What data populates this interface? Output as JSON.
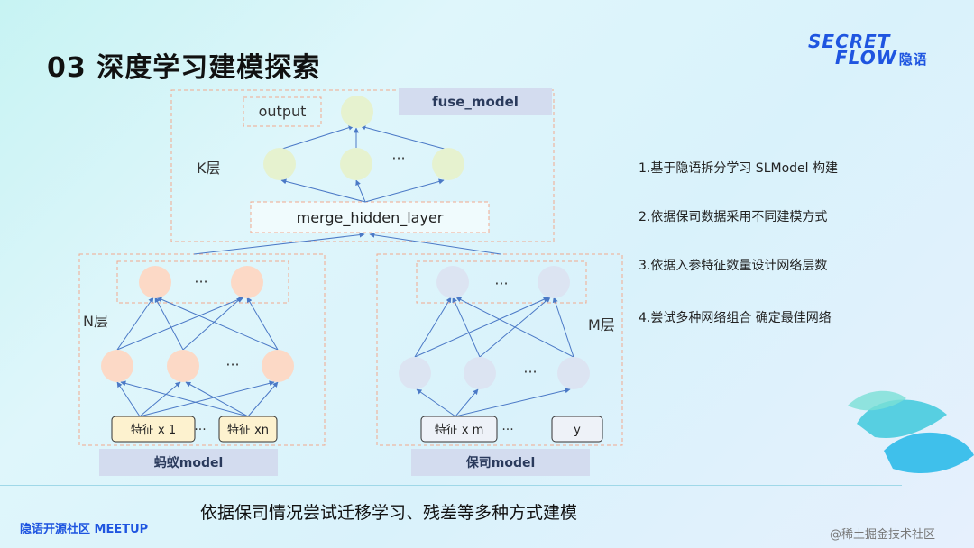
{
  "title": "03 深度学习建模探索",
  "logo": {
    "line1": "SECRET",
    "line2": "FLOW",
    "line2_cn": "隐语"
  },
  "diagram": {
    "fuse_label": "fuse_model",
    "output_label": "output",
    "k_layer": "K层",
    "merge_label": "merge_hidden_layer",
    "n_layer": "N层",
    "m_layer": "M层",
    "ellipsis": "···",
    "feat_x1": "特征 x 1",
    "feat_xn": "特征 xn",
    "feat_xm": "特征 x m",
    "y_label": "y",
    "ant_model": "蚂蚁model",
    "bank_model": "保司model"
  },
  "notes": [
    "1.基于隐语拆分学习 SLModel 构建",
    "2.依据保司数据采用不同建模方式",
    "3.依据入参特征数量设计网络层数",
    "4.尝试多种网络组合 确定最佳网络"
  ],
  "footer": "依据保司情况尝试迁移学习、残差等多种方式建模",
  "brand": "隐语开源社区 MEETUP",
  "watermark": "@稀土掘金技术社区",
  "colors": {
    "k_node": "#e6f2cf",
    "n_node": "#fcd9c6",
    "m_node": "#dce4f2",
    "accent": "#1f55e0"
  }
}
